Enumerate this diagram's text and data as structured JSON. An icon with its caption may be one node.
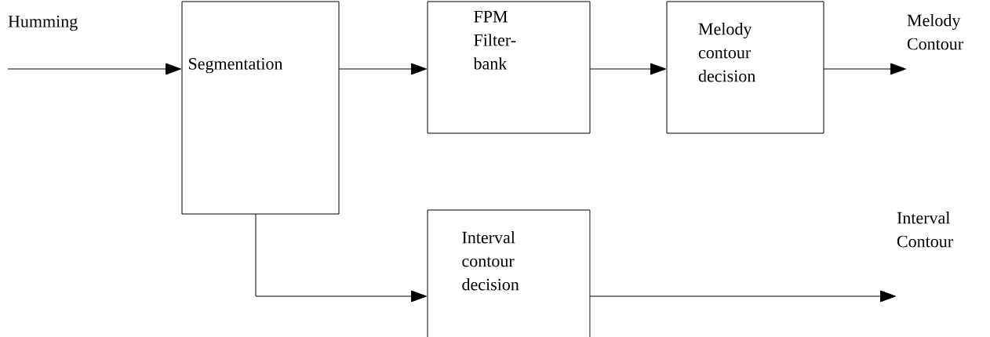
{
  "diagram": {
    "nodes": [
      {
        "text": [
          "Humming"
        ]
      },
      {
        "text": [
          "Segmentation"
        ]
      },
      {
        "text": [
          "FPM Filter-bank"
        ]
      },
      {
        "text": [
          "Melody contour decision"
        ]
      },
      {
        "text": [
          "Melody Contour"
        ]
      },
      {
        "text": [
          "Interval contour decision"
        ]
      },
      {
        "text": [
          "Interval Contour"
        ]
      }
    ],
    "edges": [
      {
        "from": 0,
        "to": 1,
        "arrow": "to"
      },
      {
        "from": 1,
        "to": 2,
        "arrow": "to"
      },
      {
        "from": 2,
        "to": 3,
        "arrow": "to"
      },
      {
        "from": 3,
        "to": 4,
        "arrow": "to"
      },
      {
        "from": 1,
        "to": 5,
        "arrow": "to"
      },
      {
        "from": 5,
        "to": 6,
        "arrow": "to"
      }
    ]
  }
}
